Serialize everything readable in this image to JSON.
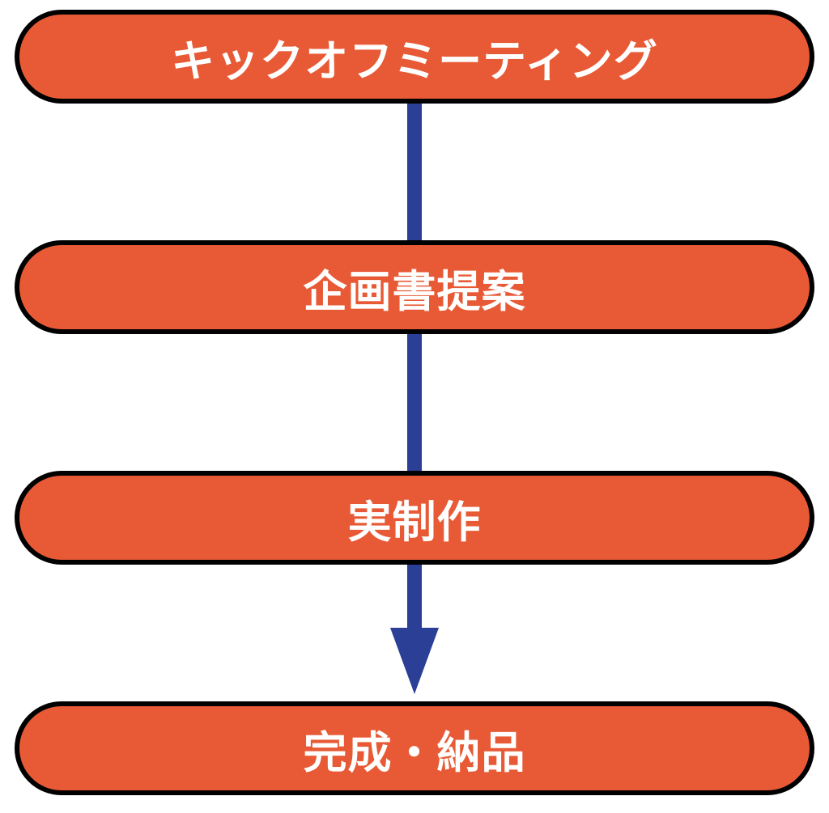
{
  "colors": {
    "box_fill": "#e85a35",
    "box_border": "#000000",
    "connector": "#2b3f96",
    "text": "#ffffff"
  },
  "steps": [
    {
      "label": "キックオフミーティング"
    },
    {
      "label": "企画書提案"
    },
    {
      "label": "実制作"
    },
    {
      "label": "完成・納品"
    }
  ]
}
